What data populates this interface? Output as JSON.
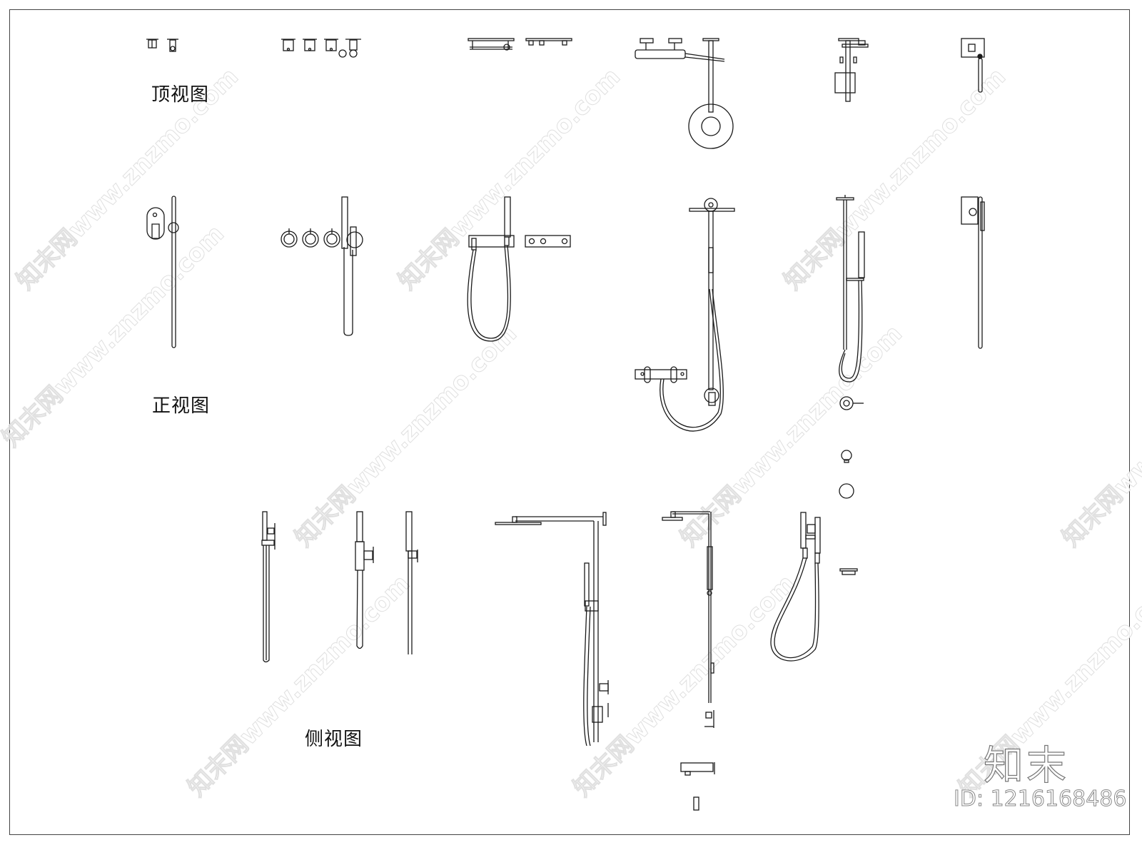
{
  "drawing": {
    "title": "Shower fixtures CAD elevations",
    "views": [
      {
        "id": "top",
        "label": "顶视图"
      },
      {
        "id": "front",
        "label": "正视图"
      },
      {
        "id": "side",
        "label": "侧视图"
      }
    ]
  },
  "watermark": {
    "text": "知末网www.znzmo.com",
    "brand": "知末",
    "id_label": "ID: 1216168486"
  },
  "colors": {
    "line": "#1a1a1a",
    "frame": "#444444",
    "watermark": "#dddddd"
  }
}
